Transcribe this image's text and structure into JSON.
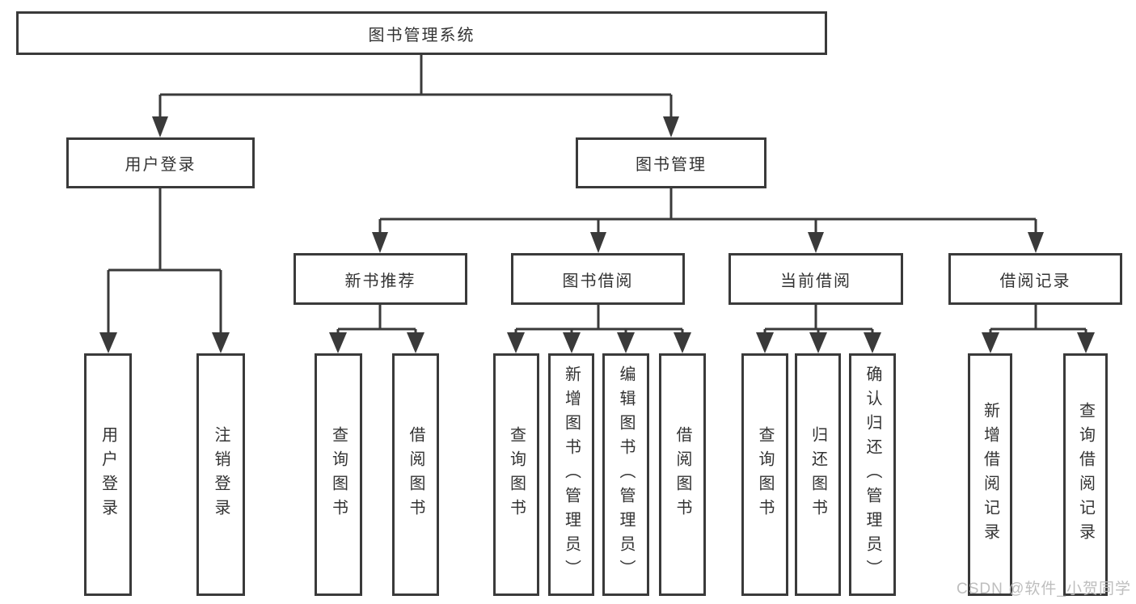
{
  "tree": {
    "label": "图书管理系统",
    "children": [
      {
        "label": "用户登录",
        "children": [
          {
            "label": "用户登录"
          },
          {
            "label": "注销登录"
          }
        ]
      },
      {
        "label": "图书管理",
        "children": [
          {
            "label": "新书推荐",
            "children": [
              {
                "label": "查询图书"
              },
              {
                "label": "借阅图书"
              }
            ]
          },
          {
            "label": "图书借阅",
            "children": [
              {
                "label": "查询图书"
              },
              {
                "label": "新增图书（管理员）"
              },
              {
                "label": "编辑图书（管理员）"
              },
              {
                "label": "借阅图书"
              }
            ]
          },
          {
            "label": "当前借阅",
            "children": [
              {
                "label": "查询图书"
              },
              {
                "label": "归还图书"
              },
              {
                "label": "确认归还（管理员）"
              }
            ]
          },
          {
            "label": "借阅记录",
            "children": [
              {
                "label": "新增借阅记录"
              },
              {
                "label": "查询借阅记录"
              }
            ]
          }
        ]
      }
    ]
  },
  "watermark": "CSDN @软件_小贺同学",
  "colors": {
    "line": "#3a3a3a",
    "box_border": "#3a3a3a",
    "text": "#333333",
    "background": "#ffffff",
    "watermark": "#bbbbbb"
  }
}
